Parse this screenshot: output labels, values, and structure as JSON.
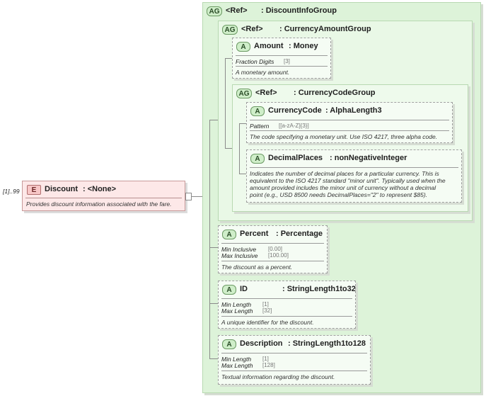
{
  "multiplicity": "[1]..99",
  "element": {
    "badge": "E",
    "name": "Discount",
    "type": ": <None>",
    "doc": "Provides discount information associated with the fare."
  },
  "outer_group": {
    "badge": "AG",
    "ref": "<Ref>",
    "name": ": DiscountInfoGroup"
  },
  "currency_amount_group": {
    "badge": "AG",
    "ref": "<Ref>",
    "name": ": CurrencyAmountGroup"
  },
  "amount": {
    "badge": "A",
    "name": "Amount",
    "type": ": Money",
    "facets": [
      {
        "label": "Fraction Digits",
        "value": "[3]"
      }
    ],
    "doc": "A monetary amount."
  },
  "currency_code_group": {
    "badge": "AG",
    "ref": "<Ref>",
    "name": ": CurrencyCodeGroup"
  },
  "currency_code": {
    "badge": "A",
    "name": "CurrencyCode",
    "type": ": AlphaLength3",
    "facets": [
      {
        "label": "Pattern",
        "value": "[[a-zA-Z]{3}]"
      }
    ],
    "doc": "The code specifying a monetary unit. Use ISO 4217, three alpha code."
  },
  "decimal_places": {
    "badge": "A",
    "name": "DecimalPlaces",
    "type": ": nonNegativeInteger",
    "doc_lines": [
      "Indicates the number of decimal places for a particular currency. This is",
      "equivalent to the ISO 4217 standard \"minor unit\". Typically used when the",
      "amount provided includes the minor unit of currency without a decimal",
      "point (e.g., USD 8500 needs DecimalPlaces=\"2\" to represent $85)."
    ]
  },
  "percent": {
    "badge": "A",
    "name": "Percent",
    "type": ": Percentage",
    "facets": [
      {
        "label": "Min Inclusive",
        "value": "[0.00]"
      },
      {
        "label": "Max Inclusive",
        "value": "[100.00]"
      }
    ],
    "doc": "The discount as a percent."
  },
  "id": {
    "badge": "A",
    "name": "ID",
    "type": ": StringLength1to32",
    "facets": [
      {
        "label": "Min Length",
        "value": "[1]"
      },
      {
        "label": "Max Length",
        "value": "[32]"
      }
    ],
    "doc": "A unique identifier for the discount."
  },
  "description": {
    "badge": "A",
    "name": "Description",
    "type": ": StringLength1to128",
    "facets": [
      {
        "label": "Min Length",
        "value": "[1]"
      },
      {
        "label": "Max Length",
        "value": "[128]"
      }
    ],
    "doc": "Textual information regarding the discount."
  }
}
